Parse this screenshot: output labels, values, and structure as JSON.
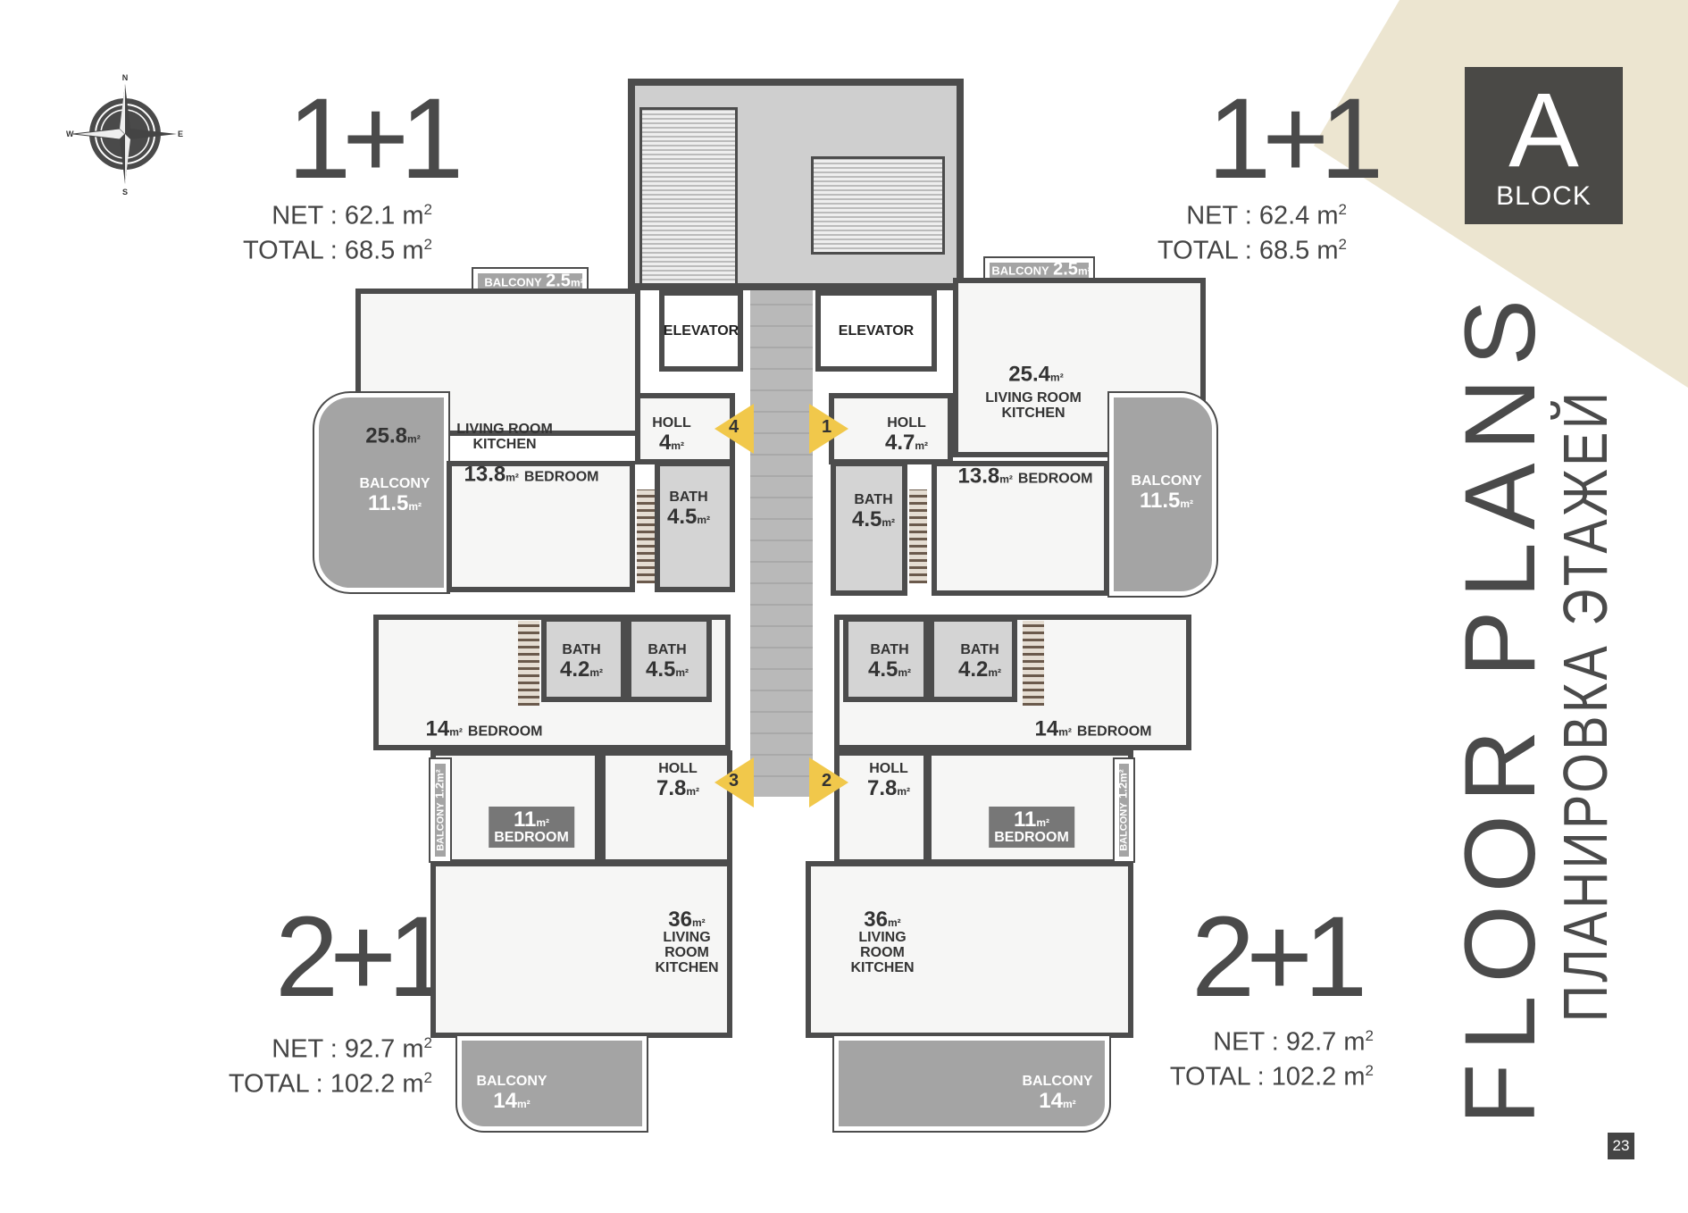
{
  "page": {
    "number": "23",
    "accent": "#ece5d0",
    "badge_color": "#4a4946",
    "arrow_color": "#f1c84b"
  },
  "block": {
    "letter": "A",
    "label": "BLOCK"
  },
  "title": {
    "en": "FLOOR PLANS",
    "ru": "ПЛАНИРОВКА ЭТАЖЕЙ"
  },
  "compass": {
    "n": "N",
    "s": "S",
    "e": "E",
    "w": "W"
  },
  "core": {
    "elevator_left": "ELEVATOR",
    "elevator_right": "ELEVATOR"
  },
  "entrances": [
    "1",
    "2",
    "3",
    "4"
  ],
  "units": [
    {
      "type": "1+1",
      "net_label": "NET",
      "net": "62.1",
      "total_label": "TOTAL",
      "total": "68.5",
      "unit": "m",
      "rooms": [
        {
          "name": "BALCONY",
          "area": "2.5",
          "unit": "m²"
        },
        {
          "name": "LIVING ROOM\nKITCHEN",
          "area": "25.8",
          "unit": "m²"
        },
        {
          "name": "BALCONY",
          "area": "11.5",
          "unit": "m²"
        },
        {
          "name": "HOLL",
          "area": "4",
          "unit": "m²"
        },
        {
          "name": "BEDROOM",
          "area": "13.8",
          "unit": "m²"
        },
        {
          "name": "BATH",
          "area": "4.5",
          "unit": "m²"
        }
      ]
    },
    {
      "type": "1+1",
      "net_label": "NET",
      "net": "62.4",
      "total_label": "TOTAL",
      "total": "68.5",
      "unit": "m",
      "rooms": [
        {
          "name": "BALCONY",
          "area": "2.5",
          "unit": "m²"
        },
        {
          "name": "LIVING ROOM\nKITCHEN",
          "area": "25.4",
          "unit": "m²"
        },
        {
          "name": "BALCONY",
          "area": "11.5",
          "unit": "m²"
        },
        {
          "name": "HOLL",
          "area": "4.7",
          "unit": "m²"
        },
        {
          "name": "BEDROOM",
          "area": "13.8",
          "unit": "m²"
        },
        {
          "name": "BATH",
          "area": "4.5",
          "unit": "m²"
        }
      ]
    },
    {
      "type": "2+1",
      "net_label": "NET",
      "net": "92.7",
      "total_label": "TOTAL",
      "total": "102.2",
      "unit": "m",
      "rooms": [
        {
          "name": "BEDROOM",
          "area": "14",
          "unit": "m²"
        },
        {
          "name": "BATH",
          "area": "4.2",
          "unit": "m²"
        },
        {
          "name": "BATH",
          "area": "4.5",
          "unit": "m²"
        },
        {
          "name": "HOLL",
          "area": "7.8",
          "unit": "m²"
        },
        {
          "name": "BEDROOM",
          "area": "11",
          "unit": "m²"
        },
        {
          "name": "BALCONY",
          "area": "1.2",
          "unit": "m²"
        },
        {
          "name": "LIVING\nROOM\nKITCHEN",
          "area": "36",
          "unit": "m²"
        },
        {
          "name": "BALCONY",
          "area": "14",
          "unit": "m²"
        }
      ]
    },
    {
      "type": "2+1",
      "net_label": "NET",
      "net": "92.7",
      "total_label": "TOTAL",
      "total": "102.2",
      "unit": "m",
      "rooms": [
        {
          "name": "BEDROOM",
          "area": "14",
          "unit": "m²"
        },
        {
          "name": "BATH",
          "area": "4.5",
          "unit": "m²"
        },
        {
          "name": "BATH",
          "area": "4.2",
          "unit": "m²"
        },
        {
          "name": "HOLL",
          "area": "7.8",
          "unit": "m²"
        },
        {
          "name": "BEDROOM",
          "area": "11",
          "unit": "m²"
        },
        {
          "name": "BALCONY",
          "area": "1.2",
          "unit": "m²"
        },
        {
          "name": "LIVING\nROOM\nKITCHEN",
          "area": "36",
          "unit": "m²"
        },
        {
          "name": "BALCONY",
          "area": "14",
          "unit": "m²"
        }
      ]
    }
  ]
}
